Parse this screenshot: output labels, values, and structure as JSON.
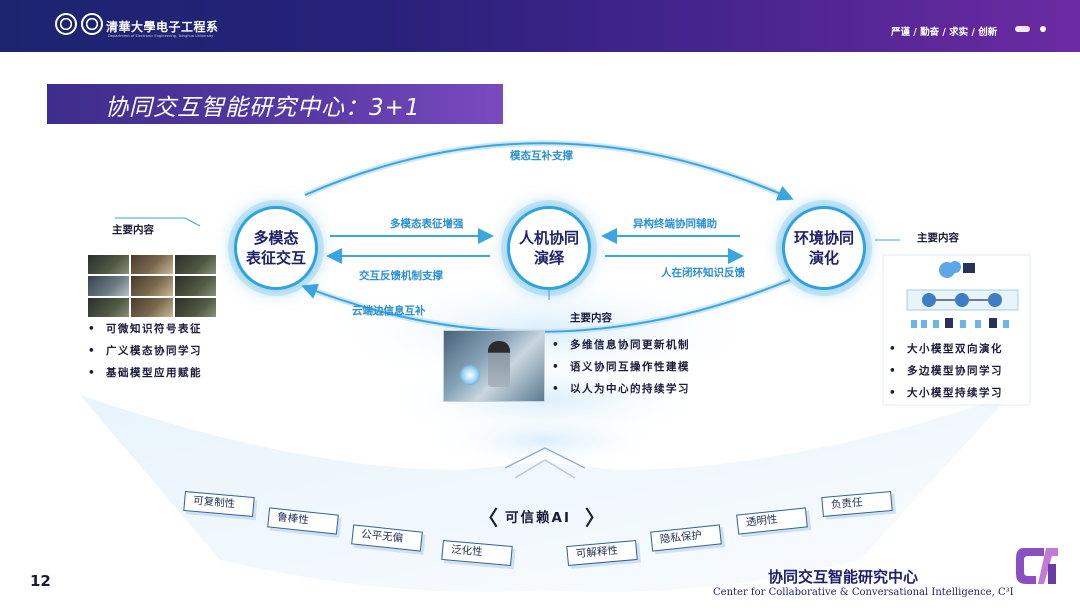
{
  "header": {
    "dept_name": "清華大學电子工程系",
    "dept_subtitle": "Department of Electronic Engineering, Tsinghua University",
    "motto": "严谨 / 勤奋 / 求实 / 创新"
  },
  "title": "协同交互智能研究中心：3+1",
  "nodes": {
    "left": [
      "多模态",
      "表征交互"
    ],
    "middle": [
      "人机协同",
      "演绎"
    ],
    "right": [
      "环境协同",
      "演化"
    ]
  },
  "edges": {
    "top_arc": "模态互补支撑",
    "left_forward": "多模态表征增强",
    "left_back": "交互反馈机制支撑",
    "right_forward": "异构终端协同辅助",
    "right_back": "人在闭环知识反馈",
    "bottom_arc": "云端边信息互补"
  },
  "panels": {
    "left": {
      "label": "主要内容",
      "items": [
        "可微知识符号表征",
        "广义模态协同学习",
        "基础模型应用赋能"
      ]
    },
    "middle": {
      "label": "主要内容",
      "items": [
        "多维信息协同更新机制",
        "语义协同互操作性建模",
        "以人为中心的持续学习"
      ]
    },
    "right": {
      "label": "主要内容",
      "items": [
        "大小模型双向演化",
        "多边模型协同学习",
        "大小模型持续学习"
      ]
    }
  },
  "trust": {
    "title": "可信赖AI",
    "chev_left": "〈",
    "chev_right": "〉",
    "tags": [
      "可复制性",
      "鲁棒性",
      "公平无偏",
      "泛化性",
      "可解释性",
      "隐私保护",
      "透明性",
      "负责任"
    ]
  },
  "footer": {
    "page": "12",
    "center_cn": "协同交互智能研究中心",
    "center_en": "Center for Collaborative & Conversational Intelligence, C³I"
  },
  "colors": {
    "header_start": "#1c2470",
    "header_end": "#6c2aa2",
    "accent_blue": "#2fa3e0",
    "banner_purple": "#5a3aa6",
    "text_dark": "#1d1f6b"
  }
}
